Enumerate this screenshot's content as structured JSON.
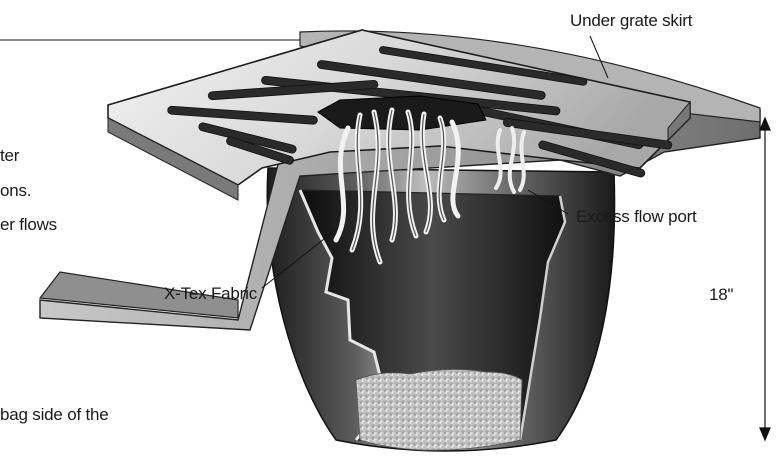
{
  "labels": {
    "under_grate_skirt": "Under grate skirt",
    "excess_flow_port": "Excess flow port",
    "xtex_fabric": "X-Tex Fabric",
    "depth": "18\""
  },
  "left_text_fragments": [
    "ter",
    "ons.",
    "er flows",
    "bag side of the"
  ]
}
